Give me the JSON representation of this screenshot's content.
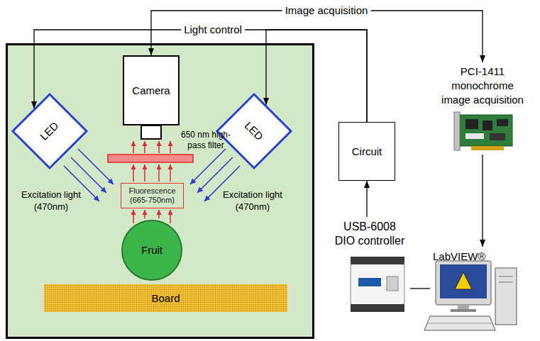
{
  "diagram": {
    "nodes": [
      {
        "text": [
          "Camera"
        ]
      },
      {
        "text": [
          "LED"
        ]
      },
      {
        "text": [
          "LED"
        ]
      },
      {
        "text": [
          "Fluorescence (665-750nm)"
        ]
      },
      {
        "text": [
          "Fruit"
        ]
      },
      {
        "text": [
          "Board"
        ]
      },
      {
        "text": [
          "Circuit"
        ]
      },
      {
        "text": [
          "PCI-1411 monochrome image acquisition"
        ]
      },
      {
        "text": [
          "USB-6008 DIO controller"
        ]
      },
      {
        "text": [
          "LabVIEW®"
        ]
      }
    ],
    "edges": [
      {
        "from": 0,
        "to": 7,
        "arrow": "both",
        "label": "Image acquisition"
      },
      {
        "from": 6,
        "to": 1,
        "arrow": "to",
        "label": "Light control"
      },
      {
        "from": 6,
        "to": 2,
        "arrow": "to"
      },
      {
        "from": 8,
        "to": 6,
        "arrow": "to"
      },
      {
        "from": 7,
        "to": 9,
        "arrow": "to"
      },
      {
        "from": 8,
        "to": 9,
        "arrow": "none"
      }
    ],
    "labels": [
      "650 nm high-pass filter",
      "Excitation light (470nm)",
      "Excitation light (470nm)"
    ]
  }
}
